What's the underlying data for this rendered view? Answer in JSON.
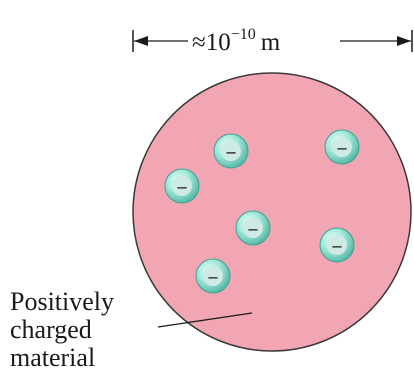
{
  "dimension": {
    "prefix": "≈10",
    "exponent": "−10",
    "unit": "m"
  },
  "label": {
    "lines": [
      "Positively",
      "charged",
      "material"
    ]
  },
  "electron": {
    "symbol": "–"
  },
  "colors": {
    "sphere_fill": "#f2a6b4",
    "sphere_stroke": "#3a3a3a",
    "electron_fill": "#8fe0cf",
    "electron_edge": "#3aa391",
    "ink": "#1a1a1a"
  }
}
